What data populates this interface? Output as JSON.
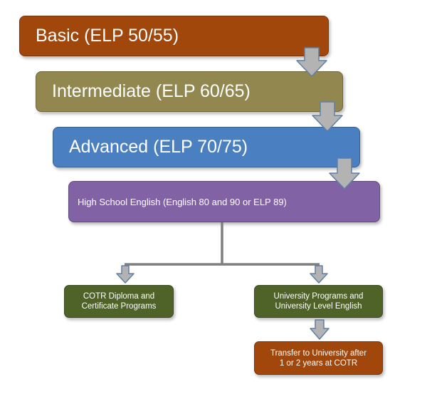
{
  "levels": {
    "basic": {
      "label": "Basic (ELP 50/55)",
      "color": "#A2470B"
    },
    "intermediate": {
      "label": "Intermediate (ELP 60/65)",
      "color": "#938750"
    },
    "advanced": {
      "label": "Advanced (ELP 70/75)",
      "color": "#4A80C2"
    },
    "high_school": {
      "label": "High School English (English 80 and 90 or ELP 89)",
      "color": "#8062A5"
    }
  },
  "outcomes": {
    "cotr": {
      "label": "COTR Diploma and\nCertificate Programs",
      "color": "#4F6228"
    },
    "university": {
      "label": "University Programs and\nUniversity Level English",
      "color": "#4F6228"
    },
    "transfer": {
      "label": "Transfer to University after\n1 or 2 years at COTR",
      "color": "#A2470B"
    }
  },
  "connector_color": "#7F7F7F",
  "arrow_color": "#B3B3B3"
}
